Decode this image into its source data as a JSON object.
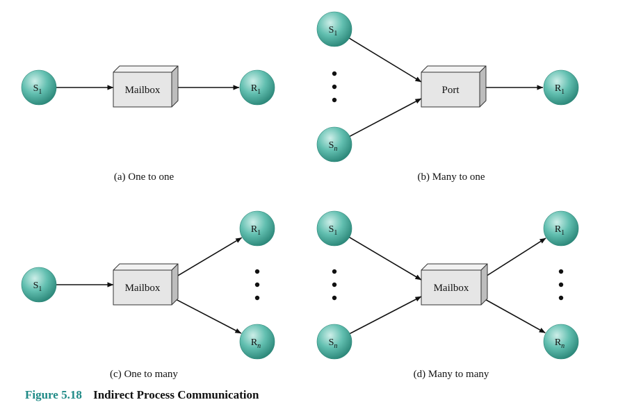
{
  "figure": {
    "number": "Figure 5.18",
    "title": "Indirect Process Communication"
  },
  "colors": {
    "node_light": "#cdeee8",
    "node_mid": "#62bfb0",
    "node_dark": "#2a8577",
    "box_front": "#e6e6e6",
    "box_top": "#f2f2f2",
    "box_side": "#bdbdbd",
    "accent": "#1f8a86"
  },
  "panels": [
    {
      "id": "a",
      "caption": "(a) One to one",
      "box_label": "Mailbox",
      "senders": [
        {
          "base": "S",
          "sub": "1",
          "italic": false
        }
      ],
      "receivers": [
        {
          "base": "R",
          "sub": "1",
          "italic": false
        }
      ],
      "sender_ellipsis": false,
      "receiver_ellipsis": false
    },
    {
      "id": "b",
      "caption": "(b) Many to one",
      "box_label": "Port",
      "senders": [
        {
          "base": "S",
          "sub": "1",
          "italic": false
        },
        {
          "base": "S",
          "sub": "n",
          "italic": true
        }
      ],
      "receivers": [
        {
          "base": "R",
          "sub": "1",
          "italic": false
        }
      ],
      "sender_ellipsis": true,
      "receiver_ellipsis": false
    },
    {
      "id": "c",
      "caption": "(c) One to many",
      "box_label": "Mailbox",
      "senders": [
        {
          "base": "S",
          "sub": "1",
          "italic": false
        }
      ],
      "receivers": [
        {
          "base": "R",
          "sub": "1",
          "italic": false
        },
        {
          "base": "R",
          "sub": "n",
          "italic": true
        }
      ],
      "sender_ellipsis": false,
      "receiver_ellipsis": true
    },
    {
      "id": "d",
      "caption": "(d) Many to many",
      "box_label": "Mailbox",
      "senders": [
        {
          "base": "S",
          "sub": "1",
          "italic": false
        },
        {
          "base": "S",
          "sub": "n",
          "italic": true
        }
      ],
      "receivers": [
        {
          "base": "R",
          "sub": "1",
          "italic": false
        },
        {
          "base": "R",
          "sub": "n",
          "italic": true
        }
      ],
      "sender_ellipsis": true,
      "receiver_ellipsis": true
    }
  ]
}
